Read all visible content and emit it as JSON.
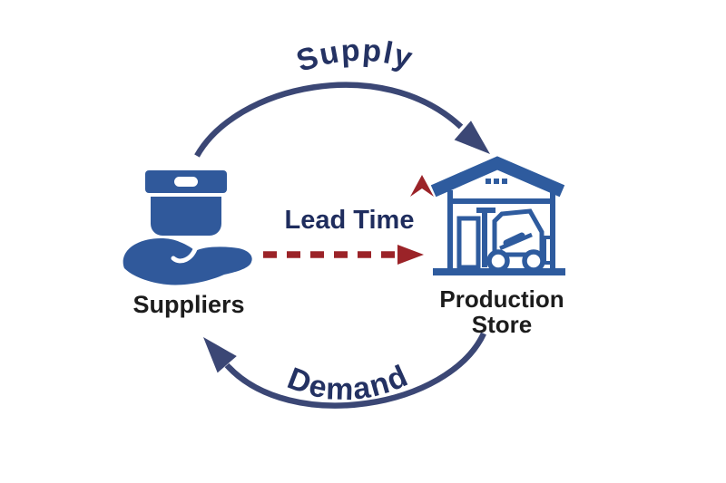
{
  "diagram": {
    "type": "cycle",
    "labels": {
      "supply": "Supply",
      "demand": "Demand",
      "lead_time": "Lead Time"
    },
    "nodes": [
      {
        "id": "suppliers",
        "label": "Suppliers",
        "icon": "hand-holding-box-icon"
      },
      {
        "id": "production-store",
        "label_line1": "Production",
        "label_line2": "Store",
        "icon": "warehouse-forklift-icon"
      }
    ],
    "edges": [
      {
        "from": "Suppliers",
        "to": "Production Store",
        "label": "Supply",
        "style": "curved-solid-navy-arrow"
      },
      {
        "from": "Production Store",
        "to": "Suppliers",
        "label": "Demand",
        "style": "curved-solid-navy-arrow"
      },
      {
        "from": "Suppliers",
        "to": "Production Store",
        "label": "Lead Time",
        "style": "dashed-red-arrow"
      }
    ],
    "colors": {
      "arc_navy": "#3B4775",
      "curved_label_navy": "#243263",
      "lead_time_navy": "#1F2D5E",
      "node_label_dark": "#1C1C1C",
      "icon_blue": "#30599B",
      "warehouse_blue": "#2E5B9E",
      "arrow_red": "#9B2328",
      "background": "#FFFFFF"
    }
  }
}
